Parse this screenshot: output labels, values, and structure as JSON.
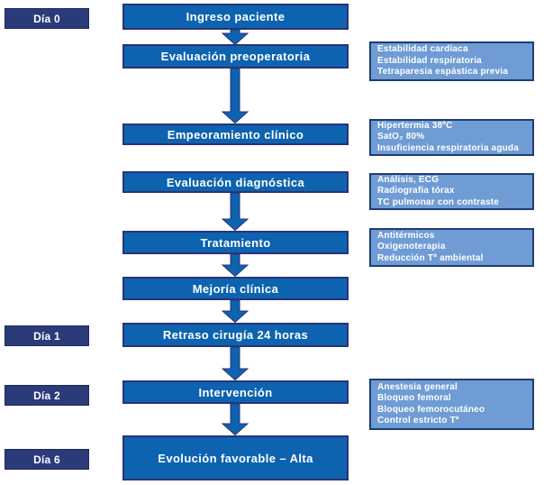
{
  "diagram": {
    "type": "clinical-pathway-flowchart",
    "language": "es"
  },
  "day_labels": [
    {
      "text": "Día 0"
    },
    {
      "text": "Día 1"
    },
    {
      "text": "Día 2"
    },
    {
      "text": "Día 6"
    }
  ],
  "flow_boxes": [
    {
      "label": "Ingreso paciente"
    },
    {
      "label": "Evaluación preoperatoria"
    },
    {
      "label": "Empeoramiento clínico"
    },
    {
      "label": "Evaluación diagnóstica"
    },
    {
      "label": "Tratamiento"
    },
    {
      "label": "Mejoría clínica"
    },
    {
      "label": "Retraso cirugía 24 horas"
    },
    {
      "label": "Intervención"
    },
    {
      "label": "Evolución favorable – Alta"
    }
  ],
  "side_boxes": [
    {
      "lines": [
        "Estabilidad cardíaca",
        "Estabilidad respiratoria",
        "Tetraparesia espástica previa"
      ]
    },
    {
      "lines": [
        "Hipertermia 38ºC",
        "SatO₂ 80%",
        "Insuficiencia respiratoria aguda"
      ]
    },
    {
      "lines": [
        "Análisis, ECG",
        "Radiografia tórax",
        "TC pulmonar con contraste"
      ]
    },
    {
      "lines": [
        "Antitérmicos",
        "Oxigenoterapia",
        "Reducción Tª ambiental"
      ]
    },
    {
      "lines": [
        "Anestesia general",
        "Bloqueo femoral",
        "Bloqueo femorocutáneo",
        "Control estricto Tª"
      ]
    }
  ],
  "colors": {
    "flow_box_fill": "#0d63af",
    "flow_box_border": "#2c3277",
    "day_label_fill": "#2b3a78",
    "side_box_fill": "#6f9cd4",
    "side_box_border": "#1e3c74",
    "arrow_fill": "#0d63af",
    "text": "#ffffff",
    "background": "#ffffff"
  }
}
